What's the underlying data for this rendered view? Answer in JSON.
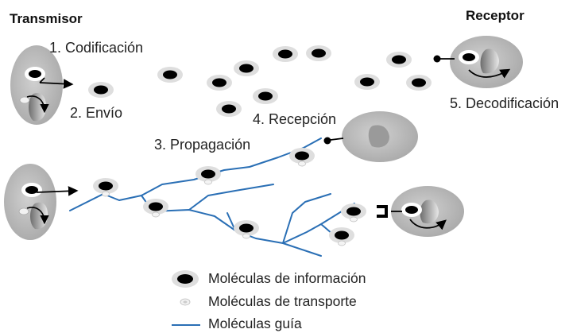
{
  "headers": {
    "transmitter": "Transmisor",
    "receiver": "Receptor"
  },
  "steps": {
    "encoding": "1. Codificación",
    "sending": "2. Envío",
    "propagation": "3. Propagación",
    "reception": "4. Recepción",
    "decoding": "5. Decodificación"
  },
  "legend": {
    "information_molecules": "Moléculas de información",
    "transport_molecules": "Moléculas de transporte",
    "guide_molecules": "Moléculas guía"
  },
  "colors": {
    "cell_fill": "#bdbdbd",
    "cell_inner": "#8f8f8f",
    "molecule_halo": "#dedede",
    "molecule_core": "#000000",
    "guide_line": "#2a6fb5",
    "text": "#222222"
  }
}
